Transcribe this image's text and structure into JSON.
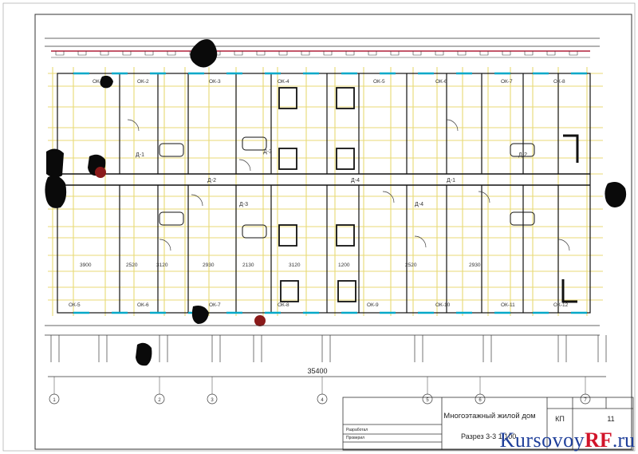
{
  "drawing": {
    "title": "Многоэтажный жилой  дом",
    "subtitle": "Разрез 3-3 1:100",
    "sheet_code": "КП",
    "sheet_number": "11",
    "overall_dimension": "35400",
    "left_rows": [
      "Разработал",
      "Проверил"
    ],
    "room_labels": [
      "Д-1",
      "Д-2",
      "Д-3",
      "Д-4"
    ],
    "window_labels": [
      "ОК-1",
      "ОК-2",
      "ОК-3",
      "ОК-4",
      "ОК-5",
      "ОК-6",
      "ОК-7",
      "ОК-8",
      "ОК-9",
      "ОК-10",
      "ОК-11",
      "ОК-12"
    ],
    "dimension_labels": [
      "3900",
      "2520",
      "3120",
      "2930",
      "2130",
      "3120",
      "1200",
      "2520",
      "2930"
    ],
    "axis_marks": [
      "1",
      "2",
      "3",
      "4",
      "5",
      "6",
      "7"
    ]
  },
  "watermark": {
    "part1": "Kursovoy",
    "part2": "RF",
    "part3": ".ru"
  },
  "colors": {
    "line": "#3a3a3a",
    "grid": "#e8da74",
    "accent": "#00a8c8",
    "wall": "#111111",
    "note_red": "#8a1a1a",
    "brand_blue": "#1f3f9a",
    "brand_red": "#d2142a"
  }
}
